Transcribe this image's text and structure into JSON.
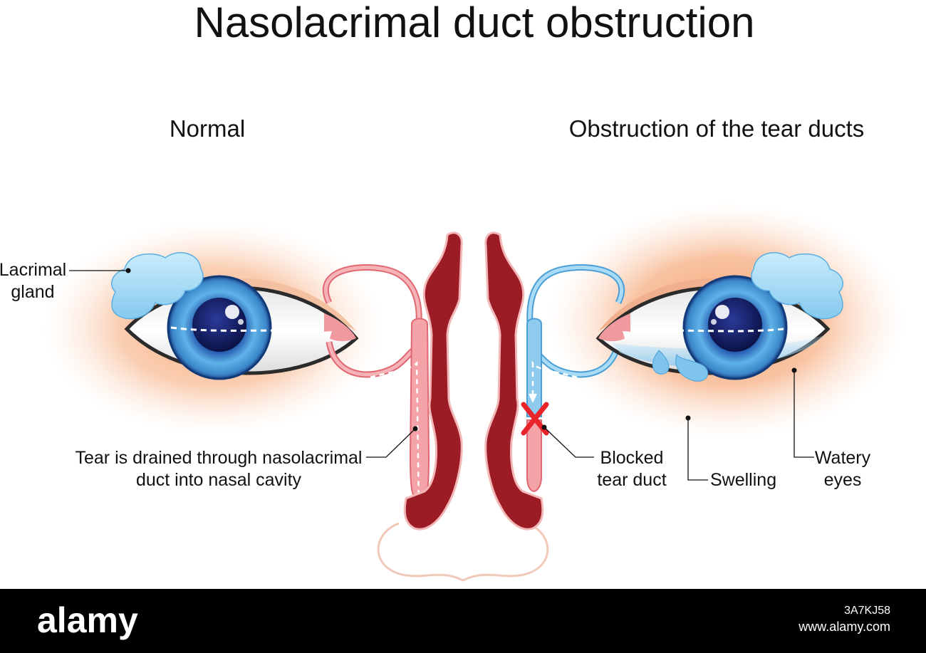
{
  "title": "Nasolacrimal duct obstruction",
  "panels": {
    "left": "Normal",
    "right": "Obstruction of the tear ducts"
  },
  "labels": {
    "lacrimal_gland": [
      "Lacrimal",
      "gland"
    ],
    "drainage": [
      "Tear is drained through nasolacrimal",
      "duct into nasal cavity"
    ],
    "blocked": [
      "Blocked",
      "tear duct"
    ],
    "swelling": "Swelling",
    "watery": [
      "Watery",
      "eyes"
    ]
  },
  "footer": {
    "brand": "alamy",
    "image_id": "3A7KJ58",
    "url": "www.alamy.com"
  },
  "colors": {
    "normal_duct": "#f4a3a8",
    "blocked_duct": "#8fcbef",
    "nasal_wall": "#9b1c24",
    "swelling_glow": "#f7b88f",
    "iris": "#3a8fd0",
    "block_mark": "#e8232a",
    "footer_bg": "#000000"
  }
}
